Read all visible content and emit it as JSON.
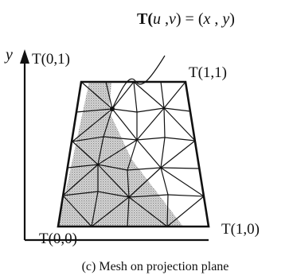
{
  "figure": {
    "mapping_label_parts": [
      "T(",
      "u",
      " ,",
      "v",
      ") = (",
      "x",
      " , ",
      "y",
      ")"
    ],
    "y_axis_label": "y",
    "corners": {
      "top_left": "T(0,1)",
      "top_right": "T(1,1)",
      "bottom_left": "T(0,0)",
      "bottom_right": "T(1,0)"
    },
    "caption": "(c) Mesh on projection plane",
    "colors": {
      "line": "#111111",
      "shade": "#b7b7b7"
    }
  }
}
